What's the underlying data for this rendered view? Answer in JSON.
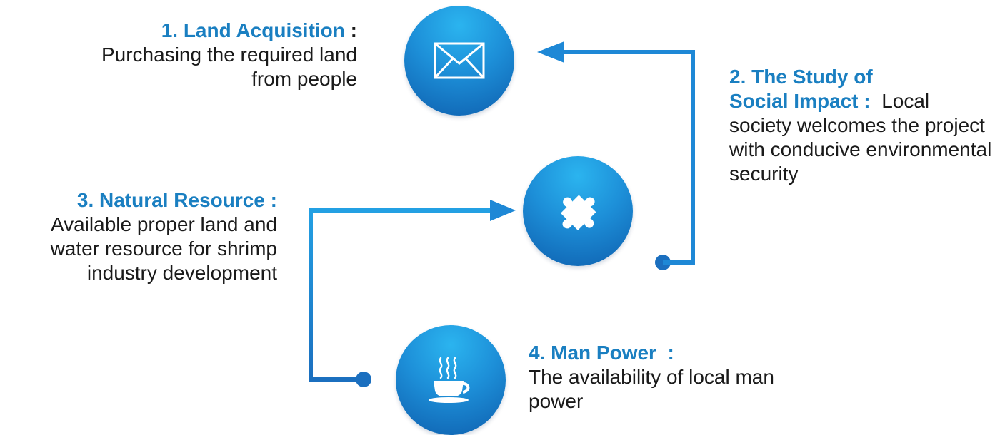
{
  "colors": {
    "accent": "#1a7fc1",
    "connector": "#1e88d6",
    "node_light": "#2bb4ef",
    "node_dark": "#0e5fae",
    "text": "#1a1a1a"
  },
  "steps": [
    {
      "number_title": "1. Land Acquisition",
      "colon": ":",
      "description": "Purchasing the required land from people",
      "icon": "envelope-icon"
    },
    {
      "number_title_line1": "2. The Study of",
      "number_title_line2": "Social Impact :",
      "description_inline": "Local",
      "description_rest": "society welcomes the project with conducive environmental security",
      "icon": "puzzle-piece-icon"
    },
    {
      "number_title": "3. Natural Resource :",
      "description": "Available proper land and water resource for shrimp industry development",
      "icon": "puzzle-piece-icon"
    },
    {
      "number_title": "4. Man Power",
      "colon": ":",
      "description": "The availability of local man power",
      "icon": "coffee-cup-icon"
    }
  ]
}
